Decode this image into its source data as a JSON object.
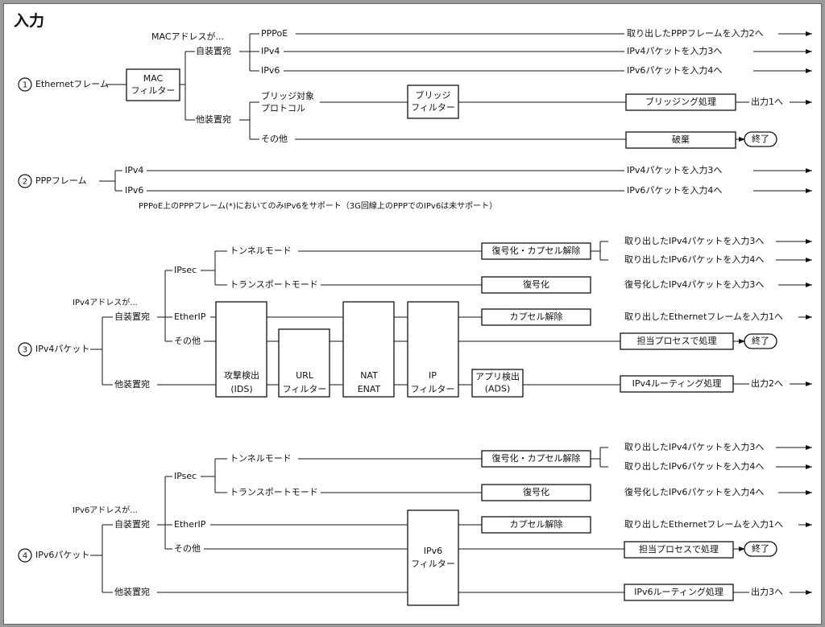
{
  "title": "入力",
  "asterisk": "*",
  "nodes": {
    "s1": "Ethernetフレーム",
    "s1_mac": "MACアドレスが...",
    "mac_filter_1": "MAC",
    "mac_filter_2": "フィルター",
    "jisou_1": "自装置宛",
    "pppoe": "PPPoE",
    "ipv4_a": "IPv4",
    "ipv6_a": "IPv6",
    "tasou_1": "他装置宛",
    "bridge_target_1": "ブリッジ対象",
    "bridge_target_2": "プロトコル",
    "bridge_filter_1": "ブリッジ",
    "bridge_filter_2": "フィルター",
    "sonota_1": "その他",
    "out_pppoe": "取り出したPPPフレームを入力2へ",
    "out_ipv4_a": "IPv4パケットを入力3へ",
    "out_ipv6_a": "IPv6パケットを入力4へ",
    "bridging": "ブリッジング処理",
    "out1": "出力1へ",
    "haiki": "破棄",
    "end": "終了",
    "s2": "PPPフレーム",
    "ipv4_b": "IPv4",
    "ipv6_b": "IPv6",
    "out_ipv4_b": "IPv4パケットを入力3へ",
    "out_ipv6_b": "IPv6パケットを入力4へ",
    "note": "PPPoE上のPPPフレーム(*)においてのみIPv6をサポート（3G回線上のPPPでのIPv6は未サポート）",
    "s3": "IPv4パケット",
    "s3_addr": "IPv4アドレスが...",
    "jisou_3": "自装置宛",
    "tasou_3": "他装置宛",
    "ipsec_3": "IPsec",
    "etherip_3": "EtherIP",
    "sonota_3": "その他",
    "tunnel_3": "トンネルモード",
    "transport_3": "トランスポートモード",
    "decap_dec_3": "復号化・カプセル解除",
    "dec_3": "復号化",
    "decap_3": "カプセル解除",
    "tantou_3": "担当プロセスで処理",
    "out_t4_3": "取り出したIPv4パケットを入力3へ",
    "out_t6_3": "取り出したIPv6パケットを入力4へ",
    "out_tr_3": "復号化したIPv4パケットを入力3へ",
    "out_eth_3": "取り出したEthernetフレームを入力1へ",
    "ids_1": "攻撃検出",
    "ids_2": "(IDS)",
    "url_1": "URL",
    "url_2": "フィルター",
    "nat_1": "NAT",
    "nat_2": "ENAT",
    "ipf_1": "IP",
    "ipf_2": "フィルター",
    "ads_1": "アプリ検出",
    "ads_2": "(ADS)",
    "routing4": "IPv4ルーティング処理",
    "out2": "出力2へ",
    "s4": "IPv6パケット",
    "s4_addr": "IPv6アドレスが...",
    "jisou_4": "自装置宛",
    "tasou_4": "他装置宛",
    "ipsec_4": "IPsec",
    "etherip_4": "EtherIP",
    "sonota_4": "その他",
    "tunnel_4": "トンネルモード",
    "transport_4": "トランスポートモード",
    "decap_dec_4": "復号化・カプセル解除",
    "dec_4": "復号化",
    "decap_4": "カプセル解除",
    "tantou_4": "担当プロセスで処理",
    "out_t4_4": "取り出したIPv4パケットを入力3へ",
    "out_t6_4": "取り出したIPv6パケットを入力4へ",
    "out_tr_4": "復号化したIPv6パケットを入力4へ",
    "out_eth_4": "取り出したEthernetフレームを入力1へ",
    "ipv6f_1": "IPv6",
    "ipv6f_2": "フィルター",
    "routing6": "IPv6ルーティング処理",
    "out3": "出力3へ",
    "n1": "1",
    "n2": "2",
    "n3": "3",
    "n4": "4"
  }
}
